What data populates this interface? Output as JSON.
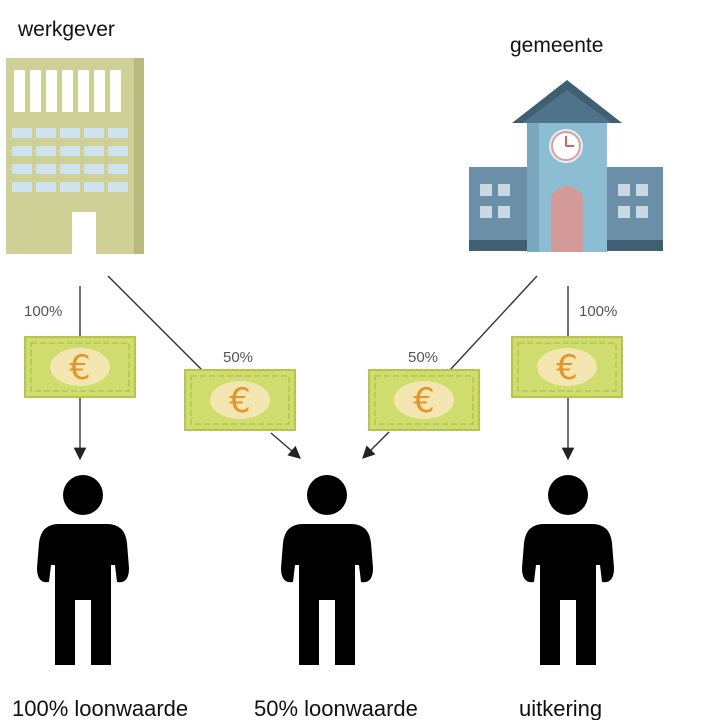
{
  "actors": {
    "employer": {
      "label": "werkgever",
      "icon": "office-building-icon"
    },
    "municipality": {
      "label": "gemeente",
      "icon": "town-hall-icon"
    }
  },
  "flows": [
    {
      "from": "werkgever",
      "to": "100% loonwaarde",
      "percent_label": "100%"
    },
    {
      "from": "werkgever",
      "to": "50% loonwaarde",
      "percent_label": "50%"
    },
    {
      "from": "gemeente",
      "to": "50% loonwaarde",
      "percent_label": "50%"
    },
    {
      "from": "gemeente",
      "to": "uitkering",
      "percent_label": "100%"
    }
  ],
  "recipients": [
    {
      "label": "100% loonwaarde",
      "icon": "person-icon"
    },
    {
      "label": "50% loonwaarde",
      "icon": "person-icon"
    },
    {
      "label": "uitkering",
      "icon": "person-icon"
    }
  ],
  "money_symbol": "€",
  "colors": {
    "banknote": "#cfdc6e",
    "banknote_border": "#b7c44f",
    "banknote_oval": "#f3e6b0",
    "euro": "#e0962b",
    "building": "#cfd096",
    "building_window": "#cfe3ee",
    "town_hall_roof": "#3f5f73",
    "town_hall_body": "#7fa6bd",
    "person": "#000000"
  }
}
